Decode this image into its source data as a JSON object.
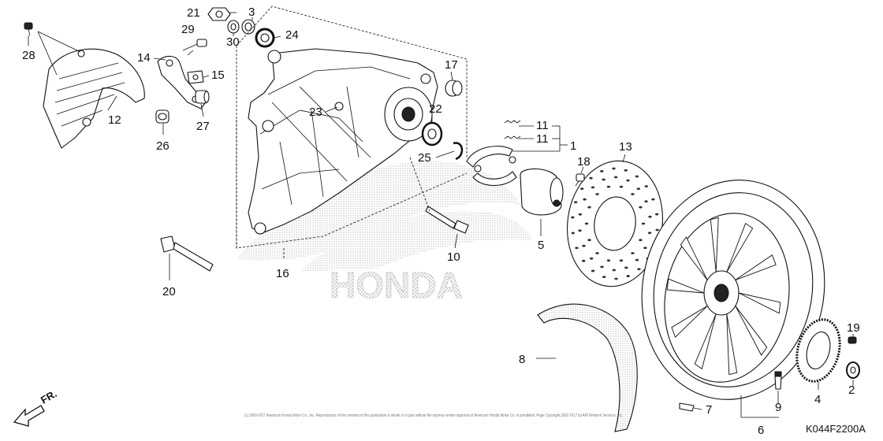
{
  "diagram_code": "K044F2200A",
  "watermark": "HONDA",
  "direction_label": "FR.",
  "copyright": "(c) 2009-2017 American Honda Motor Co., Inc. Reproduction of the contents of this publication in whole or in part without the express written approval of American Honda Motor Co. is prohibited. Page Copyright 2002-2017 by ARI Network Services, Inc.",
  "callouts": {
    "c1": "1",
    "c2": "2",
    "c3": "3",
    "c4": "4",
    "c5": "5",
    "c6": "6",
    "c7": "7",
    "c8": "8",
    "c9": "9",
    "c10": "10",
    "c11a": "11",
    "c11b": "11",
    "c12": "12",
    "c13": "13",
    "c14": "14",
    "c15": "15",
    "c16": "16",
    "c17": "17",
    "c18": "18",
    "c19": "19",
    "c20": "20",
    "c21": "21",
    "c22": "22",
    "c23": "23",
    "c24": "24",
    "c25": "25",
    "c26": "26",
    "c27": "27",
    "c28": "28",
    "c29": "29",
    "c30": "30"
  }
}
